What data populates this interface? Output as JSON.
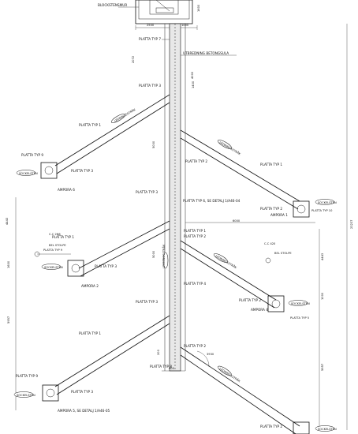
{
  "labels": {
    "title_top": "BLOCKSTENSMUR",
    "utbredning": "UTBREDNING BETONGSULA",
    "platta_typ_7": "PLATTA TYP 7",
    "platta_typ_3": "PLATTA TYP 3",
    "platta_typ_1": "PLATTA TYP 1",
    "platta_typ_2": "PLATTA TYP 2",
    "platta_typ_4": "PLATTA TYP 4",
    "platta_typ_5": "PLATTA TYP 5",
    "platta_typ_6": "PLATTA TYP 6",
    "platta_typ_8": "PLATTA TYP 8",
    "platta_typ_9": "PLATTA TYP 9",
    "platta_typ_10": "PLATTA TYP 10",
    "platta_typ_6_detail": "PLATTA TYP 6, SE DETALJ 1/A46-04",
    "sockelsten": "SOCKELSTEN",
    "ampora_1": "AMPORA 1",
    "ampora_2": "AMPORA 2",
    "ampora_4": "AMPORA 4",
    "ampora_6": "AMPORA 6",
    "ampora_5_detail": "AMPORA 5, SE DETALJ 1/A46-05",
    "bel_stolpe": "BEL STOLPE",
    "cc_left": "C-C 2N6",
    "cc_right": "C-C 420",
    "ledningsstrak": "LEDNINGSSTRÅK"
  },
  "dims": {
    "d2500": "2500",
    "d1000": "1000",
    "d1600": "1600",
    "d2072": "2072",
    "d4000": "4000",
    "d4443": "4443",
    "d5957": "5957",
    "d9600": "9600",
    "d5000": "5000",
    "d6000": "6000",
    "d3930": "3930",
    "d23237": "23237",
    "d200": "200",
    "d900": "900",
    "d1400": "1400",
    "d1000b": "1000"
  },
  "colors": {
    "ink": "#111111",
    "paper": "#ffffff"
  }
}
